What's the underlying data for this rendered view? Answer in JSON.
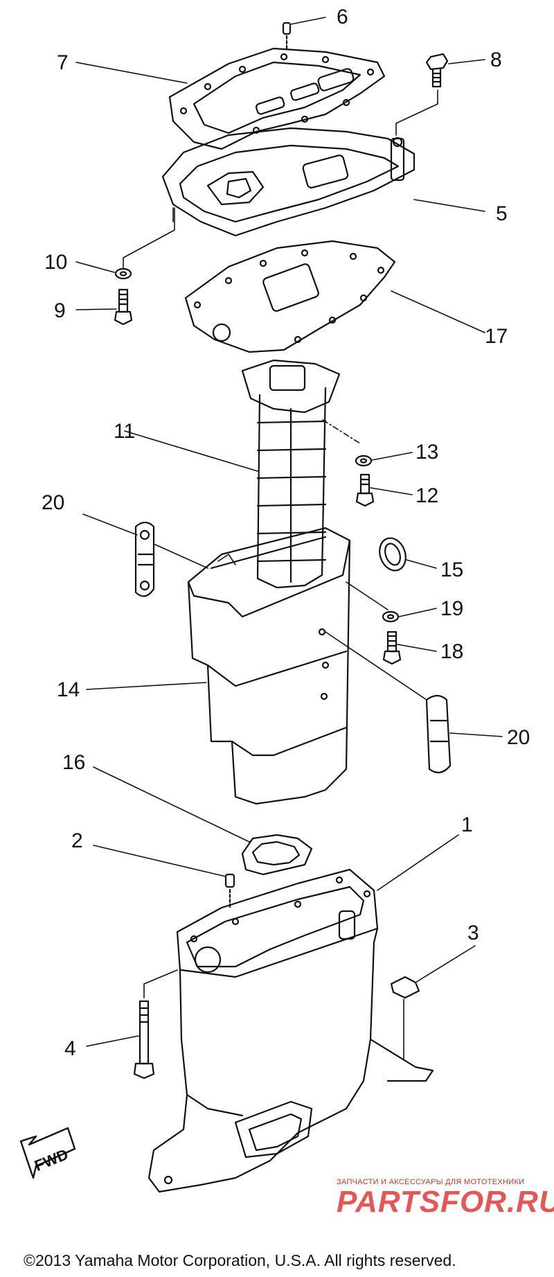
{
  "labels": {
    "p1": "1",
    "p2": "2",
    "p3": "3",
    "p4": "4",
    "p5": "5",
    "p6": "6",
    "p7": "7",
    "p8": "8",
    "p9": "9",
    "p10": "10",
    "p11": "11",
    "p12": "12",
    "p13": "13",
    "p14": "14",
    "p15": "15",
    "p16": "16",
    "p17": "17",
    "p18": "18",
    "p19": "19",
    "p20a": "20",
    "p20b": "20"
  },
  "fwd_label": "FWD",
  "copyright": "©2013 Yamaha Motor Corporation, U.S.A. All rights reserved.",
  "watermark": {
    "tagline": "ЗАПЧАСТИ И АКСЕССУАРЫ ДЛЯ МОТОТЕХНИКИ",
    "brand": "PARTSFOR.RU",
    "color": "#e03a3a"
  }
}
